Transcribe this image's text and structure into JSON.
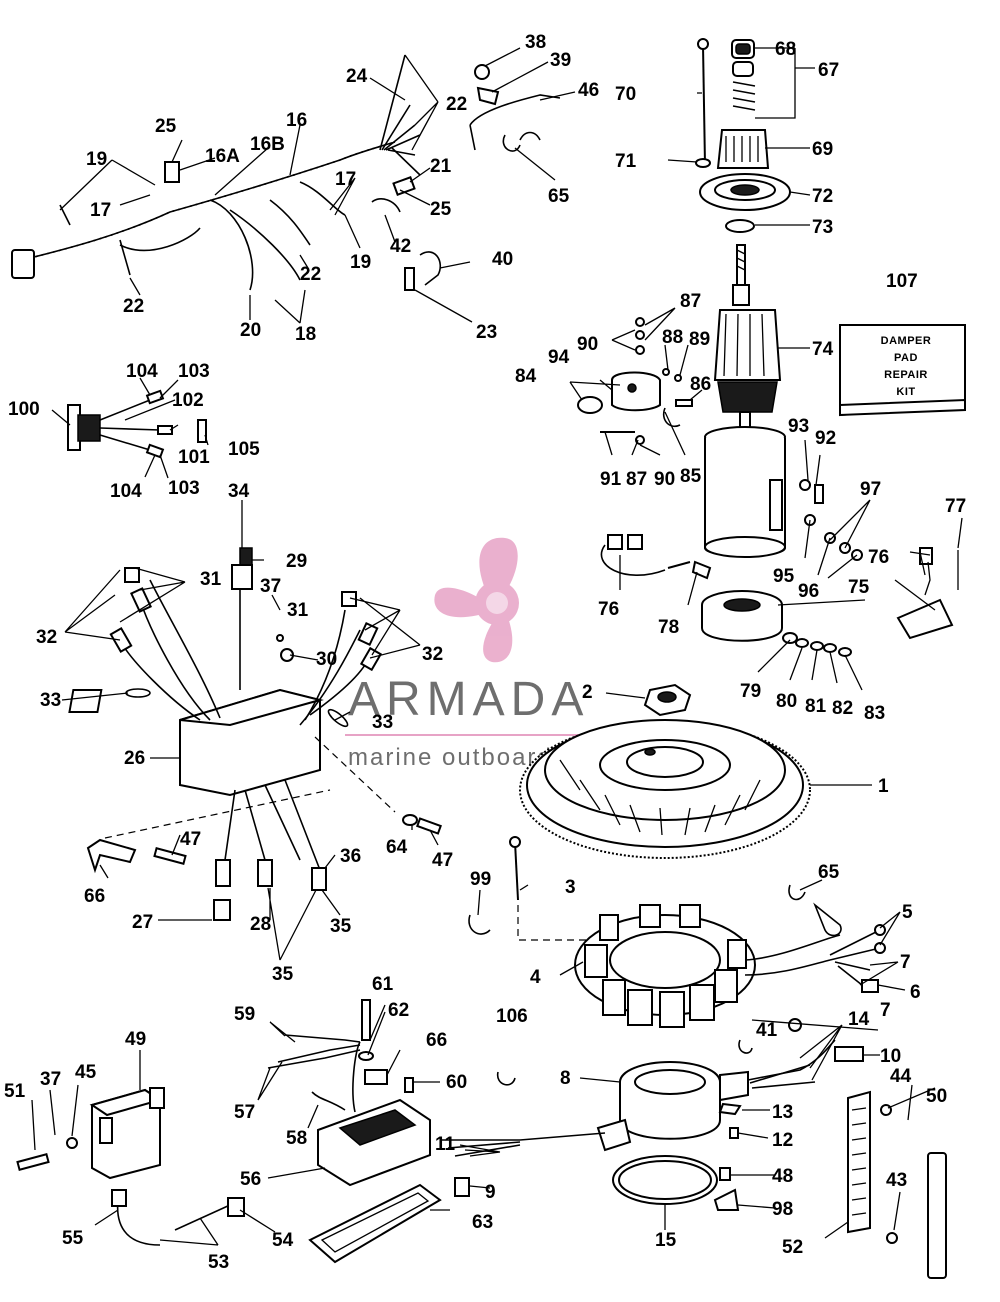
{
  "kit_box": {
    "lines": [
      "DAMPER",
      "PAD",
      "REPAIR",
      "KIT"
    ]
  },
  "watermark": {
    "title": "ARMADA",
    "subtitle": "marine outboards",
    "logo_color": "#e7a3c6"
  },
  "callouts": {
    "c1": "1",
    "c2": "2",
    "c3": "3",
    "c4": "4",
    "c5": "5",
    "c6": "6",
    "c7a": "7",
    "c7b": "7",
    "c8": "8",
    "c9": "9",
    "c10": "10",
    "c11": "11",
    "c12": "12",
    "c13": "13",
    "c14": "14",
    "c15": "15",
    "c16": "16",
    "c16a": "16A",
    "c16b": "16B",
    "c17a": "17",
    "c17b": "17",
    "c18": "18",
    "c19a": "19",
    "c19b": "19",
    "c20": "20",
    "c21": "21",
    "c22a": "22",
    "c22b": "22",
    "c22c": "22",
    "c23": "23",
    "c24": "24",
    "c25a": "25",
    "c25b": "25",
    "c26": "26",
    "c27": "27",
    "c28": "28",
    "c29": "29",
    "c30": "30",
    "c31a": "31",
    "c31b": "31",
    "c32a": "32",
    "c32b": "32",
    "c33a": "33",
    "c33b": "33",
    "c34": "34",
    "c35a": "35",
    "c35b": "35",
    "c36": "36",
    "c37a": "37",
    "c37b": "37",
    "c38": "38",
    "c39": "39",
    "c40": "40",
    "c41": "41",
    "c42": "42",
    "c43": "43",
    "c44": "44",
    "c45": "45",
    "c46": "46",
    "c47a": "47",
    "c47b": "47",
    "c48": "48",
    "c49": "49",
    "c50": "50",
    "c51": "51",
    "c52": "52",
    "c53": "53",
    "c54": "54",
    "c55": "55",
    "c56": "56",
    "c57": "57",
    "c58": "58",
    "c59": "59",
    "c60": "60",
    "c61": "61",
    "c62": "62",
    "c63": "63",
    "c64": "64",
    "c65a": "65",
    "c65b": "65",
    "c66a": "66",
    "c66b": "66",
    "c67": "67",
    "c68": "68",
    "c69": "69",
    "c70": "70",
    "c71": "71",
    "c72": "72",
    "c73": "73",
    "c74": "74",
    "c75": "75",
    "c76a": "76",
    "c76b": "76",
    "c77": "77",
    "c78": "78",
    "c79": "79",
    "c80": "80",
    "c81": "81",
    "c82": "82",
    "c83": "83",
    "c84": "84",
    "c85": "85",
    "c86": "86",
    "c87a": "87",
    "c87b": "87",
    "c88": "88",
    "c89": "89",
    "c90a": "90",
    "c90b": "90",
    "c91": "91",
    "c92": "92",
    "c93": "93",
    "c94": "94",
    "c95": "95",
    "c96": "96",
    "c97": "97",
    "c98": "98",
    "c99": "99",
    "c100": "100",
    "c101": "101",
    "c102": "102",
    "c103a": "103",
    "c103b": "103",
    "c104a": "104",
    "c104b": "104",
    "c105": "105",
    "c106": "106",
    "c107": "107"
  }
}
